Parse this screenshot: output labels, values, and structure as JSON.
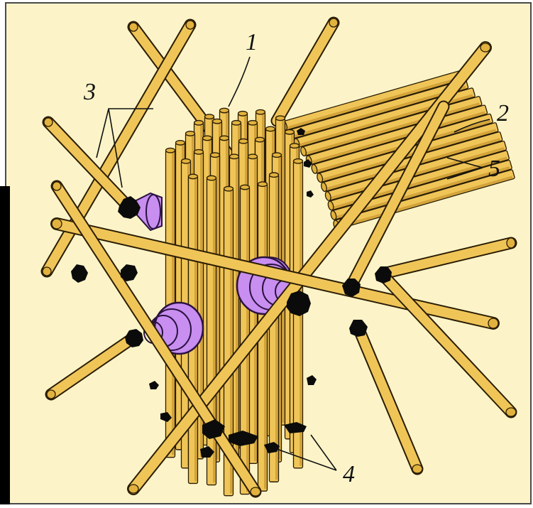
{
  "labels": {
    "one": "1",
    "two": "2",
    "three": "3",
    "four": "4",
    "five": "5"
  },
  "colors": {
    "background": "#fcf4c8",
    "frame": "#4a4a4a",
    "rod_fill": "#f0c558",
    "rod_shadow": "#c99a2a",
    "rod_end": "#e2b23e",
    "rod_outline": "#2a1d05",
    "cone_fill": "#c88ef0",
    "cone_ring": "#2a1240",
    "junction": "#0b0b0b",
    "left_strip": "#000000"
  }
}
